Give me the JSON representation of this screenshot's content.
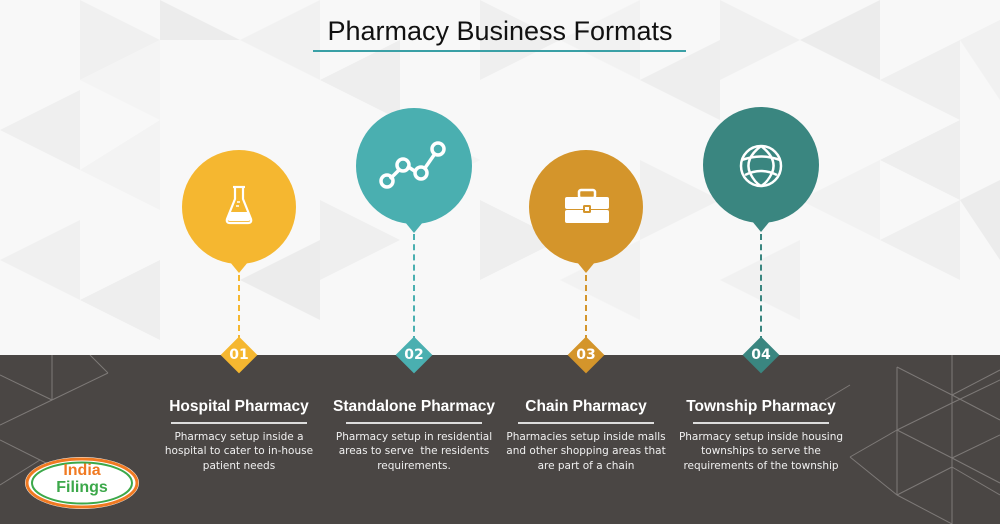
{
  "title": "Pharmacy Business Formats",
  "colors": {
    "hospital": "#F5B730",
    "standalone": "#4AAFB0",
    "chain": "#D4952B",
    "township": "#3A8680",
    "dark_band": "#4a4644",
    "title_underline": "#3aa0a6"
  },
  "steps": [
    {
      "number": "01",
      "title": "Hospital Pharmacy",
      "description_lines": [
        "Pharmacy setup inside a",
        "hospital to cater to in-house",
        "patient needs"
      ],
      "icon": "flask-icon"
    },
    {
      "number": "02",
      "title": "Standalone Pharmacy",
      "description_lines": [
        "Pharmacy setup in residential",
        "areas to serve  the residents",
        "requirements."
      ],
      "icon": "line-graph-icon"
    },
    {
      "number": "03",
      "title": "Chain Pharmacy",
      "description_lines": [
        "Pharmacies setup inside malls",
        "and other shopping areas that",
        "are part of a chain"
      ],
      "icon": "briefcase-icon"
    },
    {
      "number": "04",
      "title": "Township Pharmacy",
      "description_lines": [
        "Pharmacy setup inside housing",
        "townships to serve the",
        "requirements of the township"
      ],
      "icon": "globe-icon"
    }
  ],
  "logo": {
    "line1": "India",
    "line2": "Filings"
  }
}
